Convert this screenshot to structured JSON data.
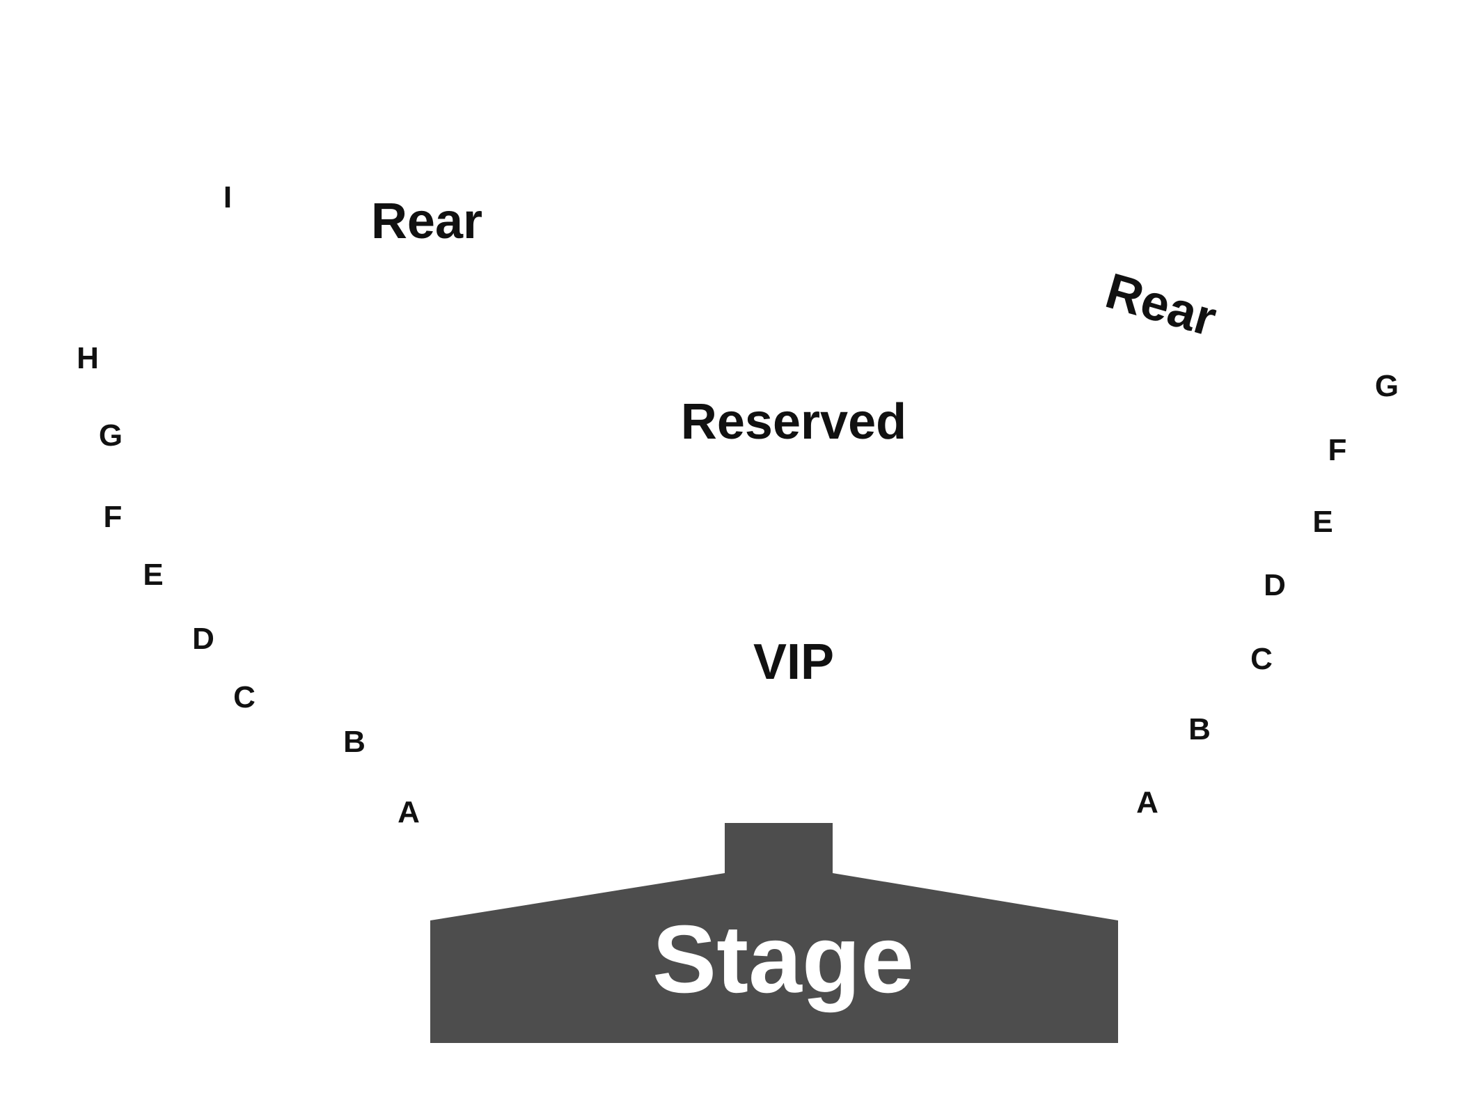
{
  "colors": {
    "background": "#ffffff",
    "stage_fill": "#4d4d4d",
    "stage_text": "#ffffff",
    "label_text": "#111111"
  },
  "stage": {
    "label": "Stage"
  },
  "sections": {
    "vip": "VIP",
    "reserved": "Reserved",
    "rear_left": "Rear",
    "rear_right": "Rear"
  },
  "left_rows": [
    "A",
    "B",
    "C",
    "D",
    "E",
    "F",
    "G",
    "H",
    "I"
  ],
  "right_rows": [
    "A",
    "B",
    "C",
    "D",
    "E",
    "F",
    "G"
  ]
}
